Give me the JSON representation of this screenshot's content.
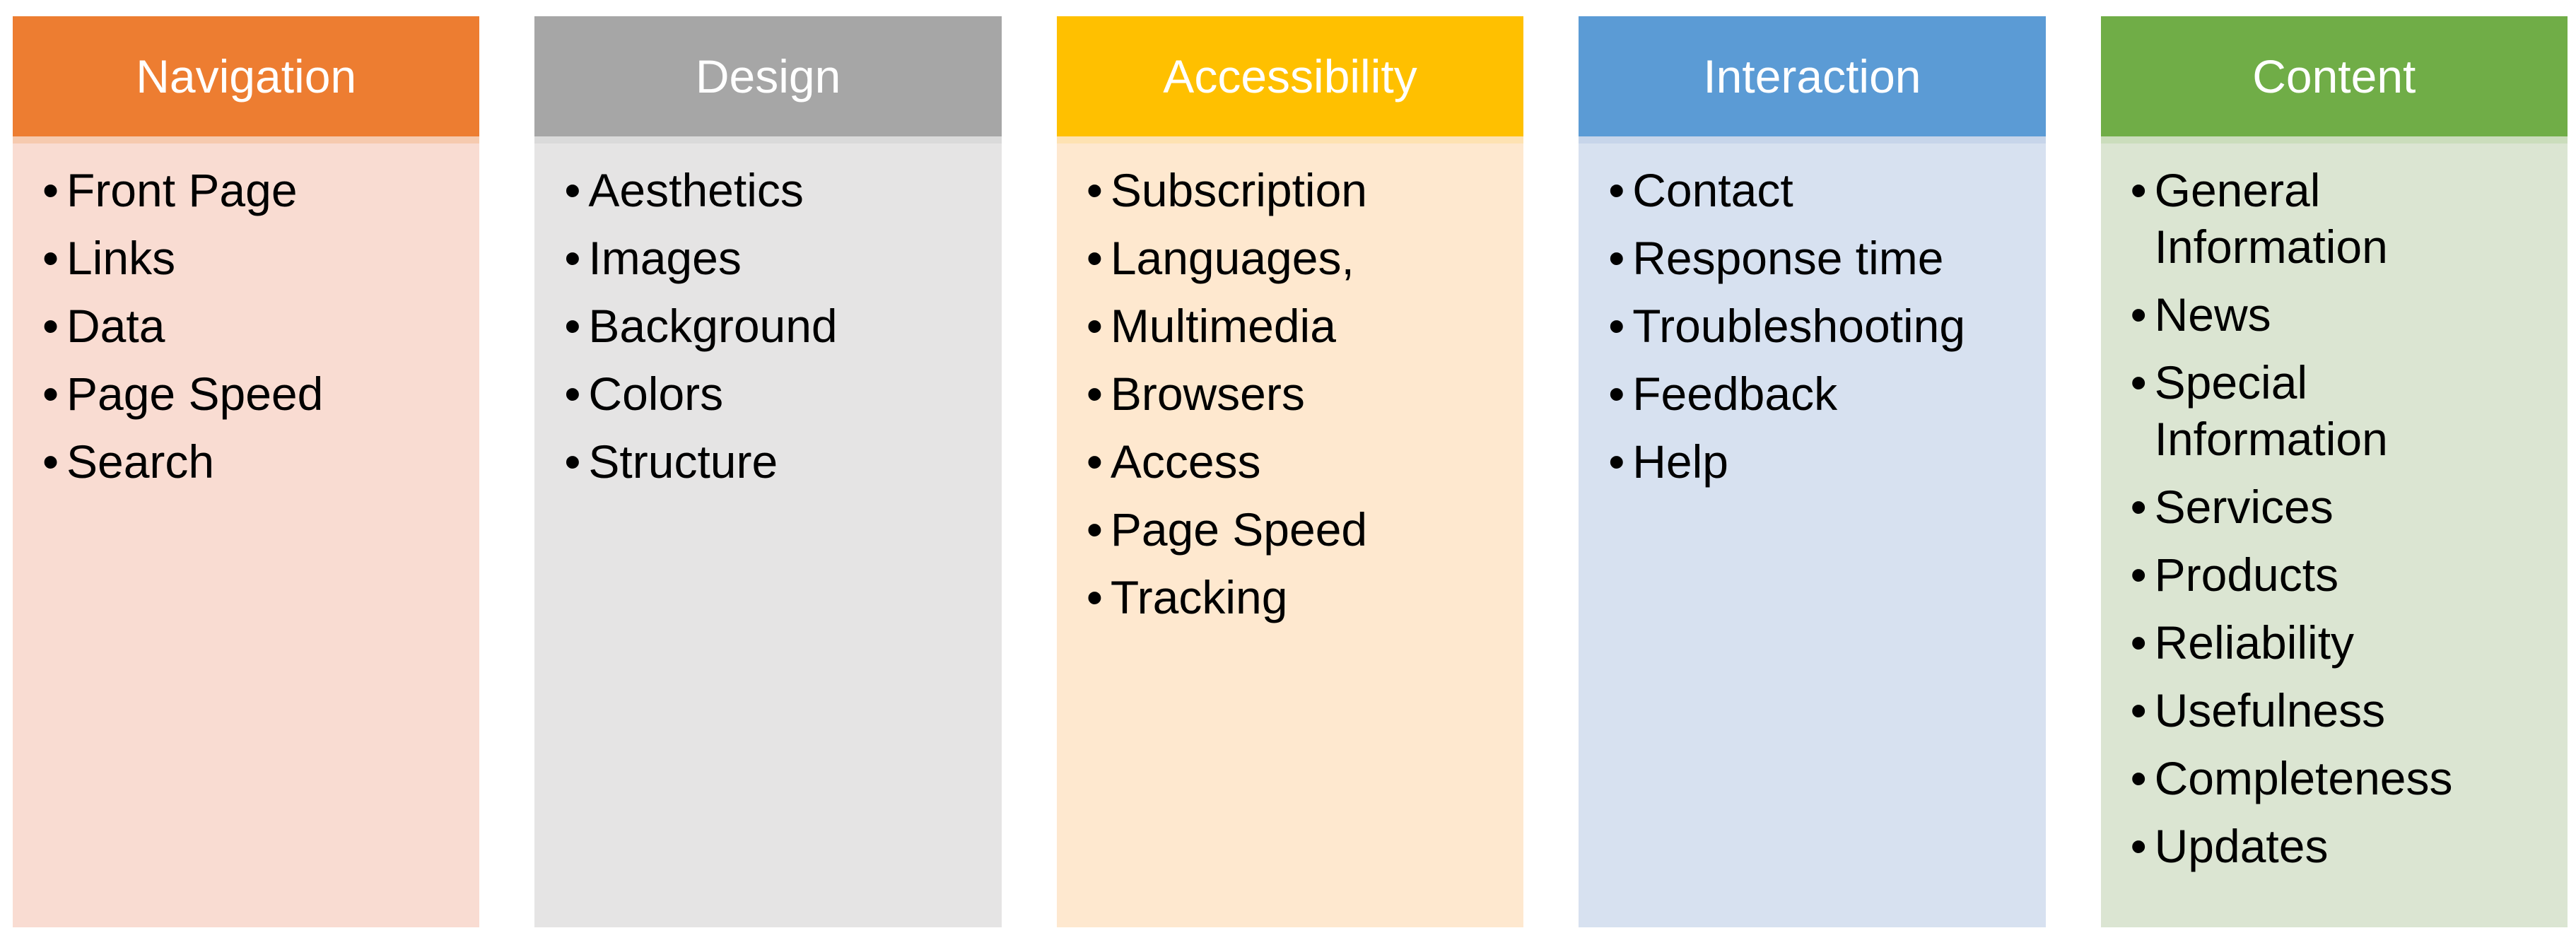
{
  "page": {
    "background_color": "#FFFFFF",
    "text_color": "#000000",
    "header_text_color": "#FFFFFF",
    "bullet_char": "•"
  },
  "columns": [
    {
      "title": "Navigation",
      "header_color": "#ED7D31",
      "strip_color": "#F6CAAF",
      "body_color": "#F9DCD2",
      "items": [
        "Front Page",
        "Links",
        "Data",
        "Page Speed",
        "Search"
      ]
    },
    {
      "title": "Design",
      "header_color": "#A6A6A6",
      "strip_color": "#DADADA",
      "body_color": "#E5E4E4",
      "items": [
        "Aesthetics",
        "Images",
        "Background",
        "Colors",
        "Structure"
      ]
    },
    {
      "title": "Accessibility",
      "header_color": "#FFC000",
      "strip_color": "#FEE2B2",
      "body_color": "#FEE8CF",
      "items": [
        "Subscription",
        "Languages,",
        "Multimedia",
        "Browsers",
        "Access",
        "Page Speed",
        "Tracking"
      ]
    },
    {
      "title": "Interaction",
      "header_color": "#5B9BD5",
      "strip_color": "#C7D5EA",
      "body_color": "#D7E1F0",
      "items": [
        "Contact",
        "Response time",
        "Troubleshooting",
        "Feedback",
        "Help"
      ]
    },
    {
      "title": "Content",
      "header_color": "#70AD47",
      "strip_color": "#CBDDBC",
      "body_color": "#DBE5D2",
      "items": [
        "General Information",
        "News",
        "Special Information",
        "Services",
        "Products",
        "Reliability",
        "Usefulness",
        "Completeness",
        "Updates"
      ]
    }
  ]
}
